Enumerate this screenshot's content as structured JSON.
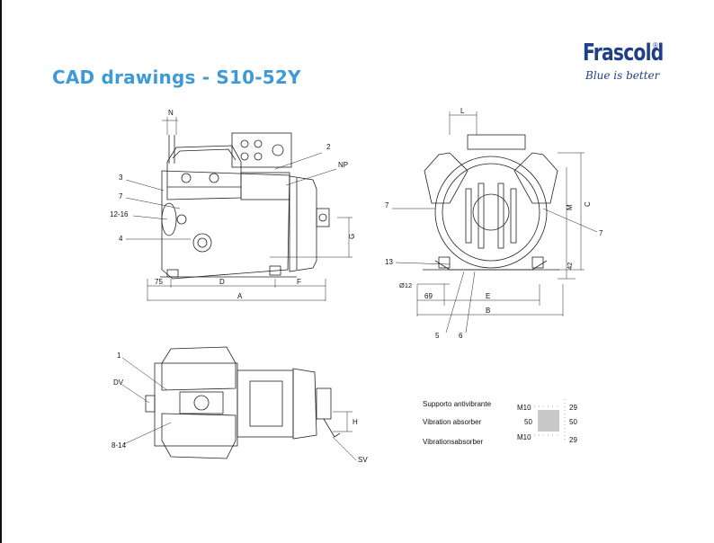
{
  "title": "CAD drawings - S10-52Y",
  "logo": {
    "word": "Frascold",
    "registered": "®",
    "tagline": "Blue is better"
  },
  "colors": {
    "title": "#3d9ad6",
    "logo": "#1f3f8a",
    "line": "#222222"
  },
  "side_view": {
    "labels": {
      "n": "N",
      "l2": "2",
      "np": "NP",
      "l3": "3",
      "l7": "7",
      "l12_16": "12-16",
      "l4": "4",
      "g": "G"
    },
    "dims": {
      "d75": "75",
      "d": "D",
      "f": "F",
      "a": "A"
    }
  },
  "front_view": {
    "labels": {
      "l": "L",
      "c": "C",
      "m": "M",
      "l42": "42",
      "l7a": "7",
      "l7b": "7",
      "l13": "13",
      "d12": "Ø12",
      "l5": "5",
      "l6": "6"
    },
    "dims": {
      "d69": "69",
      "e": "E",
      "b": "B"
    }
  },
  "top_view": {
    "labels": {
      "l1": "1",
      "dv": "DV",
      "l8_14": "8-14",
      "h": "H",
      "sv": "SV"
    }
  },
  "vibration_absorber": {
    "lines": [
      "Supporto antivibrante",
      "Vibration absorber",
      "Vibrationsabsorber"
    ],
    "m10_top": "M10",
    "m10_bottom": "M10",
    "v50_left": "50",
    "v50_right": "50",
    "v29_top": "29",
    "v29_bottom": "29"
  }
}
